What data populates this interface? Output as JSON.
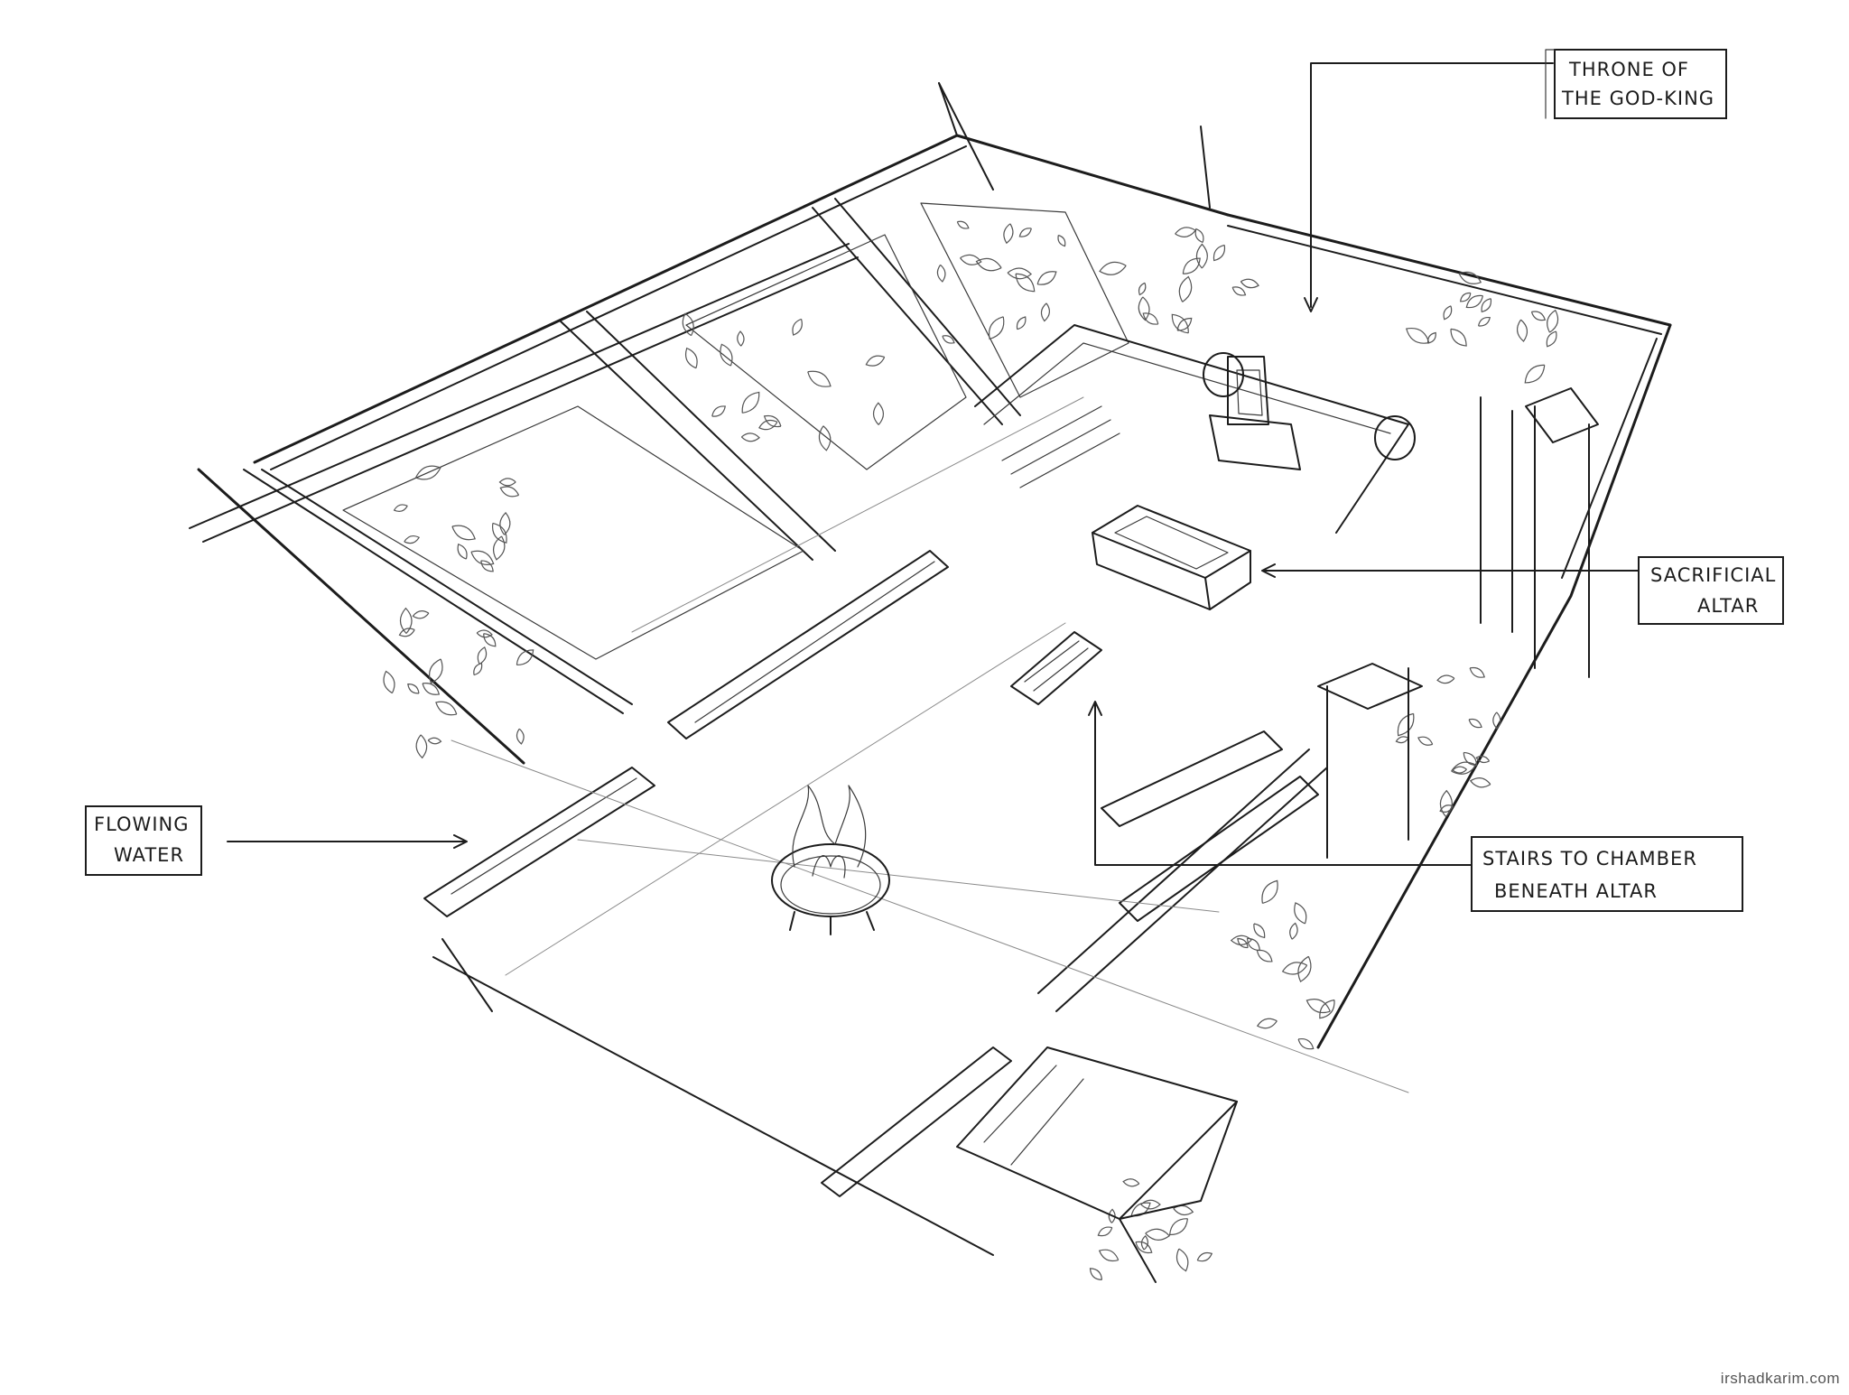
{
  "labels": {
    "throne": [
      "THRONE OF",
      "THE GOD-KING"
    ],
    "altar": [
      "SACRIFICIAL",
      "ALTAR"
    ],
    "water": [
      "FLOWING",
      "WATER"
    ],
    "stairs": [
      "STAIRS TO CHAMBER",
      "BENEATH ALTAR"
    ]
  },
  "credit": "irshadkarim.com"
}
